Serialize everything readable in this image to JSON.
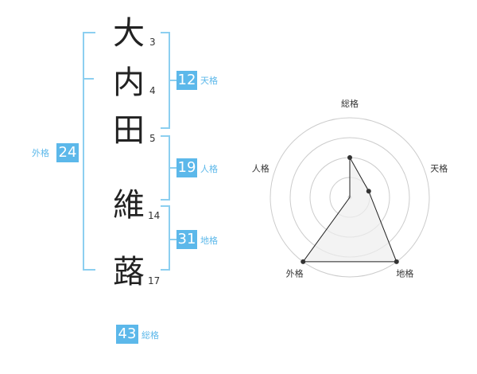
{
  "name": {
    "characters": [
      {
        "char": "大",
        "strokes": "3"
      },
      {
        "char": "内",
        "strokes": "4"
      },
      {
        "char": "田",
        "strokes": "5"
      },
      {
        "char": "維",
        "strokes": "14"
      },
      {
        "char": "蕗",
        "strokes": "17"
      }
    ]
  },
  "fortune": {
    "tenkaku": {
      "value": "12",
      "label": "天格"
    },
    "jinkaku": {
      "value": "19",
      "label": "人格"
    },
    "chikaku": {
      "value": "31",
      "label": "地格"
    },
    "gaikaku": {
      "value": "24",
      "label": "外格"
    },
    "soukaku": {
      "value": "43",
      "label": "総格"
    }
  },
  "chart_data": {
    "type": "radar",
    "axes": [
      "総格",
      "天格",
      "地格",
      "外格",
      "人格"
    ],
    "rings": 4,
    "values": [
      2,
      1,
      4,
      4,
      0
    ],
    "max": 4,
    "colors": {
      "fill": "#eeeeee",
      "line": "#222222",
      "grid": "#cccccc",
      "point": "#333333"
    }
  }
}
